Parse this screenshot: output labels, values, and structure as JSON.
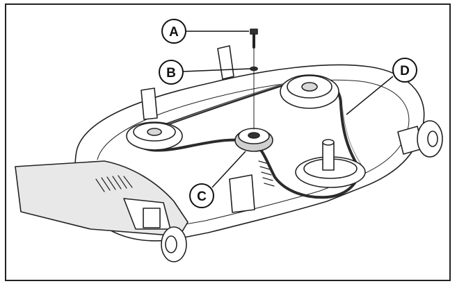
{
  "figure": {
    "callouts": [
      {
        "id": "A",
        "label": "A",
        "part": "bolt"
      },
      {
        "id": "B",
        "label": "B",
        "part": "washer"
      },
      {
        "id": "C",
        "label": "C",
        "part": "idler-pulley"
      },
      {
        "id": "D",
        "label": "D",
        "part": "drive-belt"
      }
    ]
  },
  "colors": {
    "line": "#222222",
    "belt": "#2b2b2b",
    "fill": "#ffffff",
    "shade": "#d8d8d8"
  }
}
